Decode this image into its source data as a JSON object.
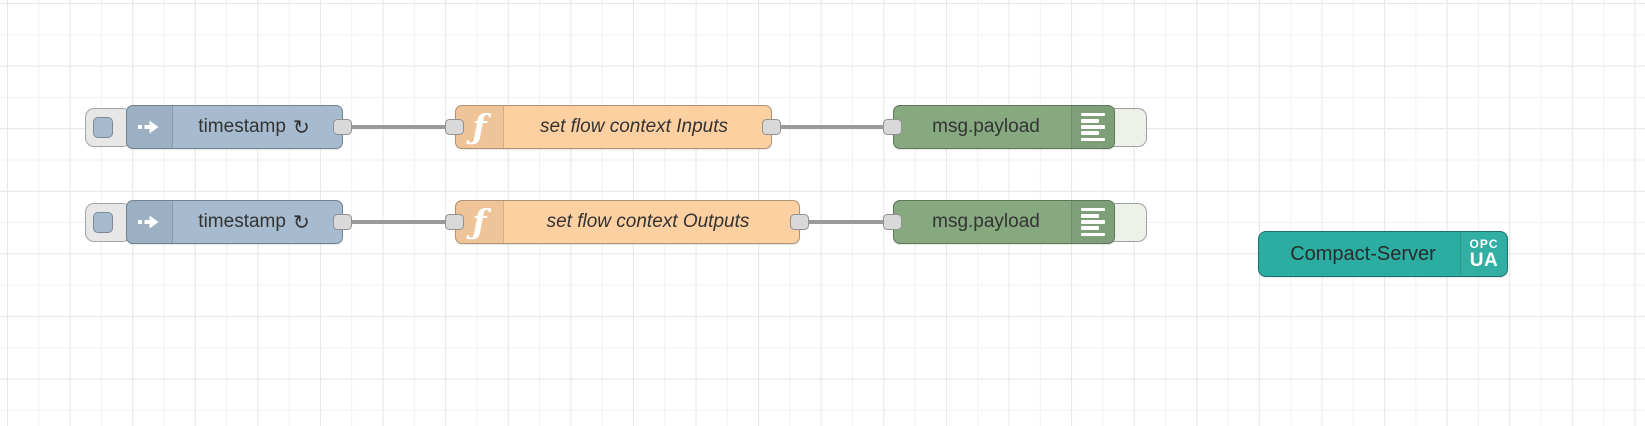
{
  "app": "Node-RED flow editor canvas",
  "colors": {
    "inject_node": "#a6bbcf",
    "function_node": "#fdd0a2",
    "debug_node": "#87a980",
    "opcua_server_node": "#2cada1",
    "wire": "#9a9a9a",
    "grid_line": "#eeeeee",
    "label_text": "#333333"
  },
  "rows": [
    {
      "inject": {
        "label": "timestamp",
        "repeat_indicator": "↻",
        "icon": "inject-arrow-icon"
      },
      "function": {
        "label": "set flow context Inputs",
        "icon": "function-f-icon"
      },
      "debug": {
        "label": "msg.payload",
        "icon": "debug-output-icon"
      }
    },
    {
      "inject": {
        "label": "timestamp",
        "repeat_indicator": "↻",
        "icon": "inject-arrow-icon"
      },
      "function": {
        "label": "set flow context Outputs",
        "icon": "function-f-icon"
      },
      "debug": {
        "label": "msg.payload",
        "icon": "debug-output-icon"
      }
    }
  ],
  "server_node": {
    "label": "Compact-Server",
    "badge": {
      "line1": "OPC",
      "line2": "UA"
    }
  }
}
